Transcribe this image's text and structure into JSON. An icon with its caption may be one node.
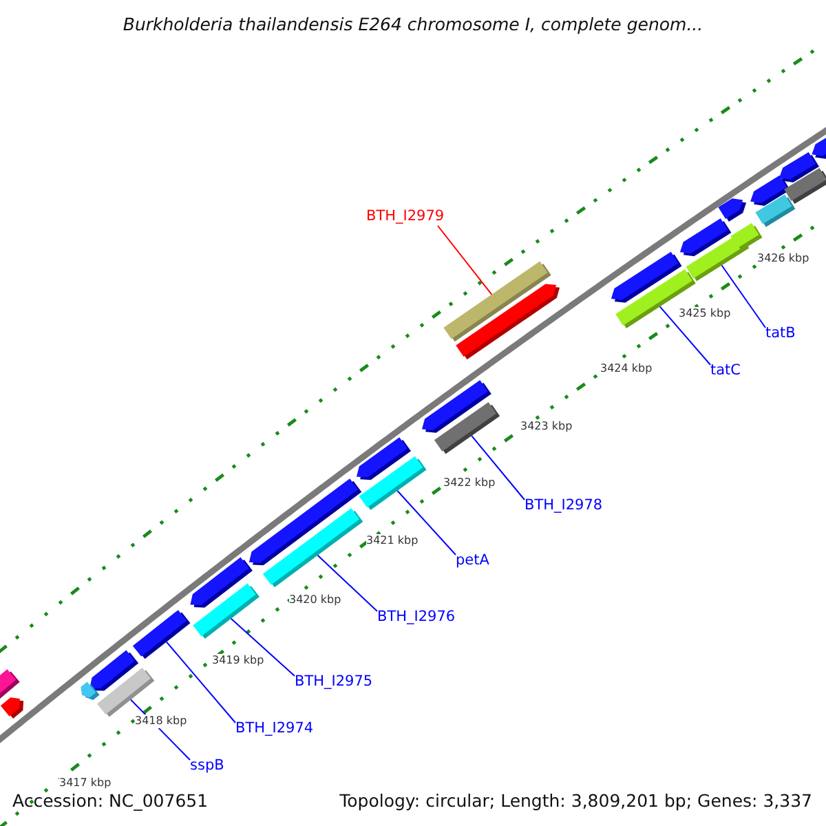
{
  "diagram": {
    "title": "Burkholderia thailandensis E264 chromosome I, complete genom...",
    "nodes": [
      {
        "text": [
          "BTH_I2979"
        ]
      },
      {
        "text": [
          "tatB"
        ]
      },
      {
        "text": [
          "tatC"
        ]
      },
      {
        "text": [
          "BTH_I2978"
        ]
      },
      {
        "text": [
          "petA"
        ]
      },
      {
        "text": [
          "BTH_I2976"
        ]
      },
      {
        "text": [
          "BTH_I2975"
        ]
      },
      {
        "text": [
          "BTH_I2974"
        ]
      },
      {
        "text": [
          "sspB"
        ]
      },
      {
        "text": [],
        "shape": "bar"
      },
      {
        "text": [],
        "shape": "bar"
      },
      {
        "text": [],
        "shape": "bar"
      },
      {
        "text": [],
        "shape": "bar"
      },
      {
        "text": [],
        "shape": "bar"
      },
      {
        "text": [],
        "shape": "bar"
      },
      {
        "text": [],
        "shape": "bar"
      },
      {
        "text": [],
        "shape": "bar"
      },
      {
        "text": [],
        "shape": "bar"
      }
    ],
    "edges": [
      {
        "from": 0,
        "to": 15,
        "arrow": "none",
        "color": "#ff0000"
      },
      {
        "from": 1,
        "to": 17,
        "arrow": "none"
      },
      {
        "from": 2,
        "to": 16,
        "arrow": "none"
      },
      {
        "from": 3,
        "to": 14,
        "arrow": "none"
      },
      {
        "from": 4,
        "to": 13,
        "arrow": "none"
      },
      {
        "from": 5,
        "to": 12,
        "arrow": "none"
      },
      {
        "from": 6,
        "to": 11,
        "arrow": "none"
      },
      {
        "from": 7,
        "to": 10,
        "arrow": "none"
      },
      {
        "from": 8,
        "to": 9,
        "arrow": "none"
      }
    ],
    "labels": [
      "3426 kbp",
      "3425 kbp",
      "3424 kbp",
      "3423 kbp",
      "3422 kbp",
      "3421 kbp",
      "3420 kbp",
      "3419 kbp",
      "3418 kbp",
      "3417 kbp",
      "Accession: NC_007651",
      "Topology: circular; Length: 3,809,201 bp; Genes: 3,337"
    ]
  }
}
